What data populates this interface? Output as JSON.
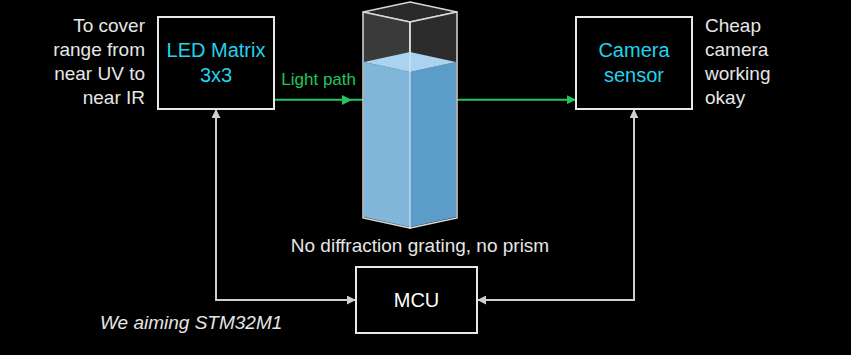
{
  "diagram": {
    "nodes": [
      {
        "text": [
          "LED Matrix 3x3"
        ]
      },
      {
        "text": [
          "Camera sensor"
        ]
      },
      {
        "text": [
          "MCU"
        ]
      }
    ],
    "edges": [
      {
        "from": 0,
        "to": 1,
        "arrow": "to",
        "label": "Light path"
      },
      {
        "from": 2,
        "to": 0,
        "arrow": "both"
      },
      {
        "from": 2,
        "to": 1,
        "arrow": "both"
      }
    ],
    "labels": [
      "To cover range from near UV to near IR",
      "Cheap camera working okay",
      "No diffraction grating, no prism",
      "We aiming STM32M1"
    ]
  }
}
